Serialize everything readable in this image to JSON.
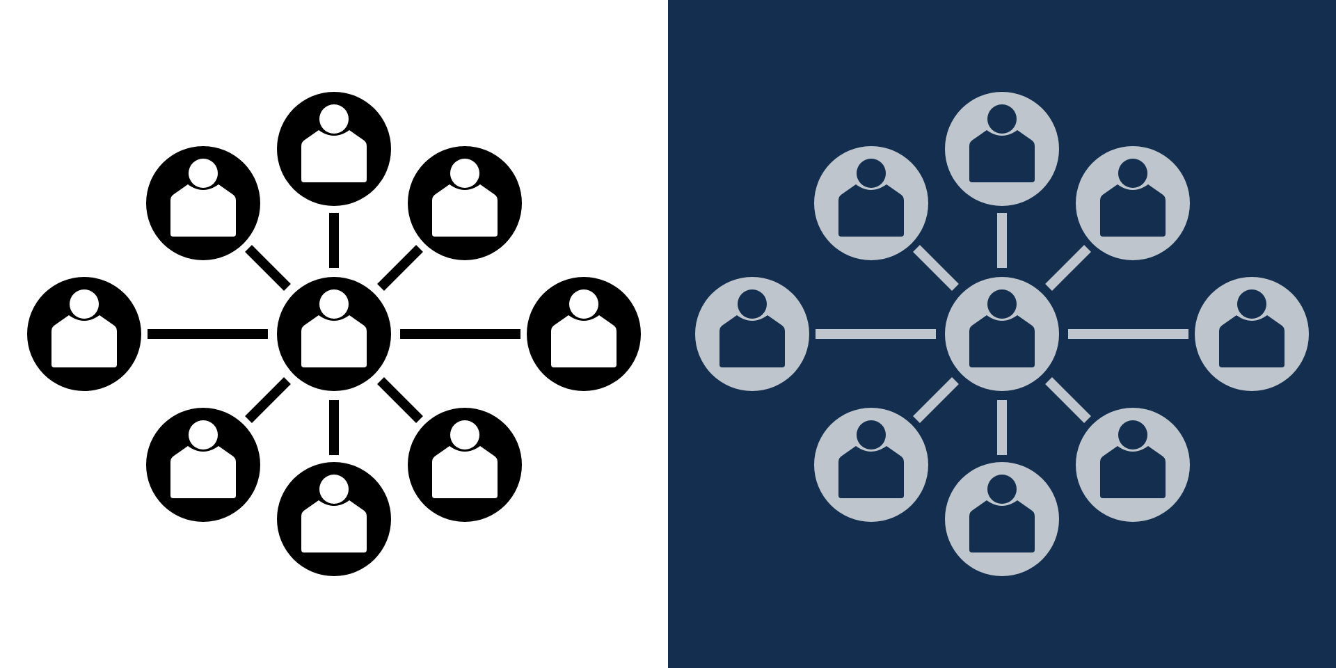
{
  "panels": [
    {
      "id": "light",
      "background": "#FFFFFF",
      "node_fill": "#000000",
      "person_fill": "#FFFFFF",
      "connector_color": "#000000"
    },
    {
      "id": "dark",
      "background": "#132E4E",
      "node_fill": "#BEC5CC",
      "person_fill": "#132E4E",
      "connector_color": "#BEC5CC"
    }
  ],
  "network": {
    "center_node": "hub-user",
    "peer_nodes": [
      "top",
      "top-right",
      "right",
      "bottom-right",
      "bottom",
      "bottom-left",
      "left",
      "top-left"
    ],
    "icons": {
      "node": "user-node-icon",
      "hub": "hub-user-icon",
      "connector": "connector-line"
    }
  }
}
